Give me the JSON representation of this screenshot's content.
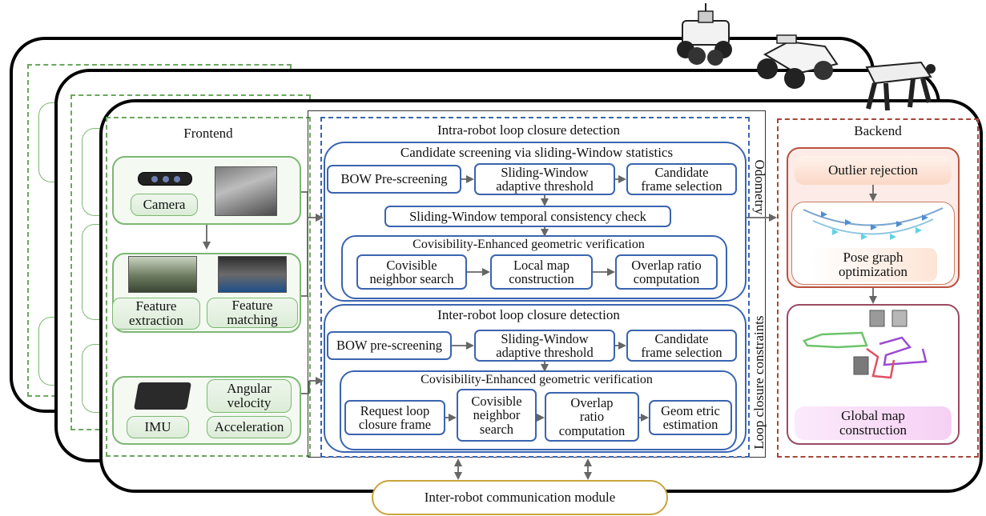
{
  "frontend": {
    "title": "Frontend",
    "camera_label": "Camera",
    "feature_extraction_label": "Feature\nextraction",
    "feature_matching_label": "Feature\nmatching",
    "imu_label": "IMU",
    "angular_velocity_label": "Angular\nvelocity",
    "acceleration_label": "Acceleration"
  },
  "intra": {
    "title": "Intra-robot loop closure detection",
    "candidate_screening_title": "Candidate screening via sliding-Window statistics",
    "bow": "BOW Pre-screening",
    "sliding_threshold": "Sliding-Window\nadaptive threshold",
    "candidate_selection": "Candidate\nframe selection",
    "temporal_check": "Sliding-Window temporal consistency check",
    "covis_title": "Covisibility-Enhanced geometric verification",
    "covisible_search": "Covisible\nneighbor search",
    "local_map": "Local map\nconstruction",
    "overlap": "Overlap ratio\ncomputation"
  },
  "inter": {
    "title": "Inter-robot loop closure detection",
    "bow": "BOW pre-screening",
    "sliding_threshold": "Sliding-Window\nadaptive threshold",
    "candidate_selection": "Candidate\nframe selection",
    "covis_title": "Covisibility-Enhanced geometric verification",
    "request_loop": "Request loop\nclosure frame",
    "covisible_search": "Covisible\nneighbor\nsearch",
    "overlap": "Overlap\nratio\ncomputation",
    "geometric": "Geom etric\nestimation"
  },
  "side_labels": {
    "odometry": "Odometry",
    "loop_constraints": "Loop closure constraints"
  },
  "backend": {
    "title": "Backend",
    "outlier": "Outlier rejection",
    "pose_graph": "Pose graph\noptimization",
    "global_map": "Global map\nconstruction"
  },
  "communication": "Inter-robot communication module",
  "colors": {
    "frontend": "#6aa85e",
    "loop_detection": "#3a64b0",
    "backend": "#a5473a",
    "communication": "#c9a43a"
  }
}
